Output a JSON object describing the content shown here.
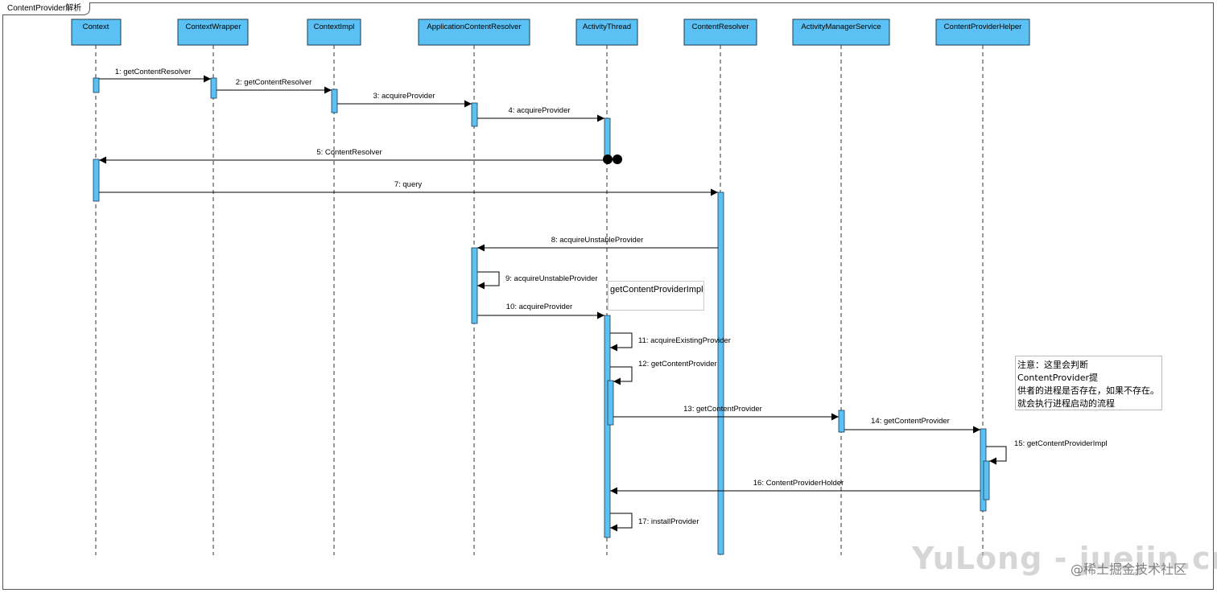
{
  "frame_title": "ContentProvider解析",
  "lifelines": [
    {
      "id": "context",
      "label": "Context"
    },
    {
      "id": "contextwrapper",
      "label": "ContextWrapper"
    },
    {
      "id": "contextimpl",
      "label": "ContextImpl"
    },
    {
      "id": "appcontentresolver",
      "label": "ApplicationContentResolver"
    },
    {
      "id": "activitythread",
      "label": "ActivityThread"
    },
    {
      "id": "contentresolver",
      "label": "ContentResolver"
    },
    {
      "id": "ams",
      "label": "ActivityManagerService"
    },
    {
      "id": "cphelper",
      "label": "ContentProviderHelper"
    }
  ],
  "messages": [
    {
      "label": "1: getContentResolver"
    },
    {
      "label": "2: getContentResolver"
    },
    {
      "label": "3: acquireProvider"
    },
    {
      "label": "4: acquireProvider"
    },
    {
      "label": "5: ContentResolver"
    },
    {
      "label": "7: query"
    },
    {
      "label": "8: acquireUnstableProvider"
    },
    {
      "label": "9: acquireUnstableProvider"
    },
    {
      "label": "10: acquireProvider"
    },
    {
      "label": "11: acquireExistingProvider"
    },
    {
      "label": "12: getContentProvider"
    },
    {
      "label": "13: getContentProvider"
    },
    {
      "label": "14: getContentProvider"
    },
    {
      "label": "15: getContentProviderImpl"
    },
    {
      "label": "16: ContentProviderHolder"
    },
    {
      "label": "17: installProvider"
    }
  ],
  "inline_note": "getContentProviderImpl",
  "note": {
    "lines": [
      "注意：这里会判断ContentProvider提",
      "供者的进程是否存在，如果不存在。",
      "就会执行进程启动的流程"
    ]
  },
  "watermark": {
    "main": "YuLong - juejin.cn",
    "sub": "@稀土掘金技术社区"
  },
  "colors": {
    "lifeline_fill": "#5bc0f3",
    "lifeline_border": "#1d3b50"
  }
}
